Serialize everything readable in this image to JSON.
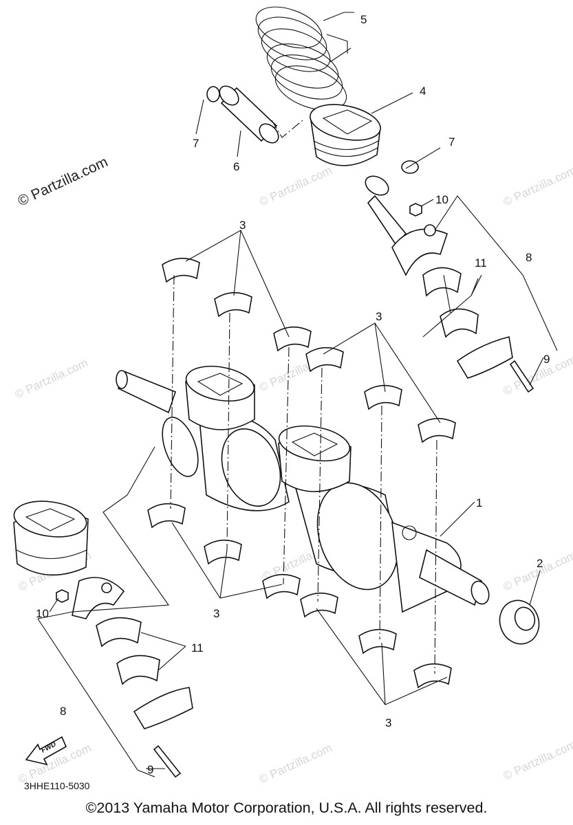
{
  "diagram": {
    "callouts": [
      "1",
      "2",
      "3",
      "3",
      "3",
      "3",
      "4",
      "5",
      "6",
      "7",
      "7",
      "8",
      "8",
      "9",
      "9",
      "10",
      "10",
      "11",
      "11"
    ],
    "diagram_code": "3HHE110-5030",
    "direction_marker": "FWD",
    "watermark": "© Partzilla.com",
    "copyright": "©2013 Yamaha Motor Corporation, U.S.A. All rights reserved."
  }
}
